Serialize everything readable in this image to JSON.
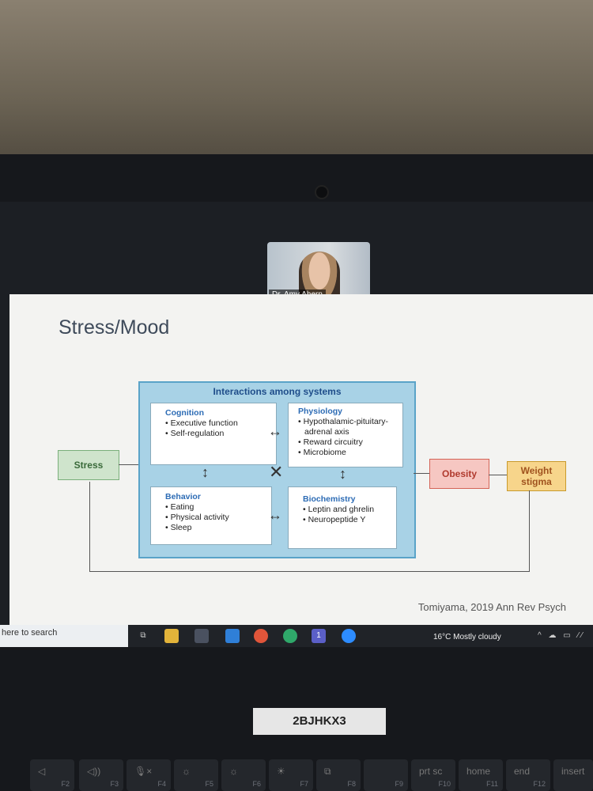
{
  "webcam": {
    "name": "Dr. Amy Ahern"
  },
  "slide": {
    "title": "Stress/Mood",
    "citation": "Tomiyama, 2019 Ann Rev Psych",
    "systems_title": "Interactions among systems",
    "boxes": {
      "cognition": {
        "heading": "Cognition",
        "items": [
          "• Executive function",
          "• Self-regulation"
        ]
      },
      "physiology": {
        "heading": "Physiology",
        "items": [
          "• Hypothalamic-pituitary-",
          "adrenal axis",
          "• Reward circuitry",
          "• Microbiome"
        ]
      },
      "behavior": {
        "heading": "Behavior",
        "items": [
          "• Eating",
          "• Physical activity",
          "• Sleep"
        ]
      },
      "biochemistry": {
        "heading": "Biochemistry",
        "items": [
          "• Leptin and ghrelin",
          "• Neuropeptide Y"
        ]
      }
    },
    "stress": "Stress",
    "obesity": "Obesity",
    "weight_stigma_1": "Weight",
    "weight_stigma_2": "stigma",
    "arrows": {
      "lr": "↔",
      "ud": "↕",
      "cross": "✕"
    }
  },
  "taskbar": {
    "search": "here to search",
    "weather": "16°C  Mostly cloudy",
    "teams_badge": "1",
    "tray": "^ ☁ ▭ ⁄⁄"
  },
  "sticker": {
    "code": "2BJHKX3"
  },
  "keys": [
    {
      "icon": "◁",
      "label": "F2"
    },
    {
      "icon": "◁))",
      "label": "F3"
    },
    {
      "icon": "🎙×",
      "label": "F4"
    },
    {
      "icon": "☼",
      "label": "F5"
    },
    {
      "icon": "☼",
      "label": "F6"
    },
    {
      "icon": "☀",
      "label": "F7"
    },
    {
      "icon": "⧉",
      "label": "F8"
    },
    {
      "icon": "",
      "label": "F9"
    },
    {
      "icon": "prt sc",
      "label": "F10"
    },
    {
      "icon": "home",
      "label": "F11"
    },
    {
      "icon": "end",
      "label": "F12"
    },
    {
      "icon": "insert",
      "label": ""
    }
  ],
  "colors": {
    "stress_bg": "#cfe4cc",
    "stress_border": "#7aaf7a",
    "obesity_bg": "#f6c7c2",
    "obesity_border": "#d46457",
    "stigma_bg": "#f7d58b",
    "stigma_border": "#c99a2c"
  }
}
